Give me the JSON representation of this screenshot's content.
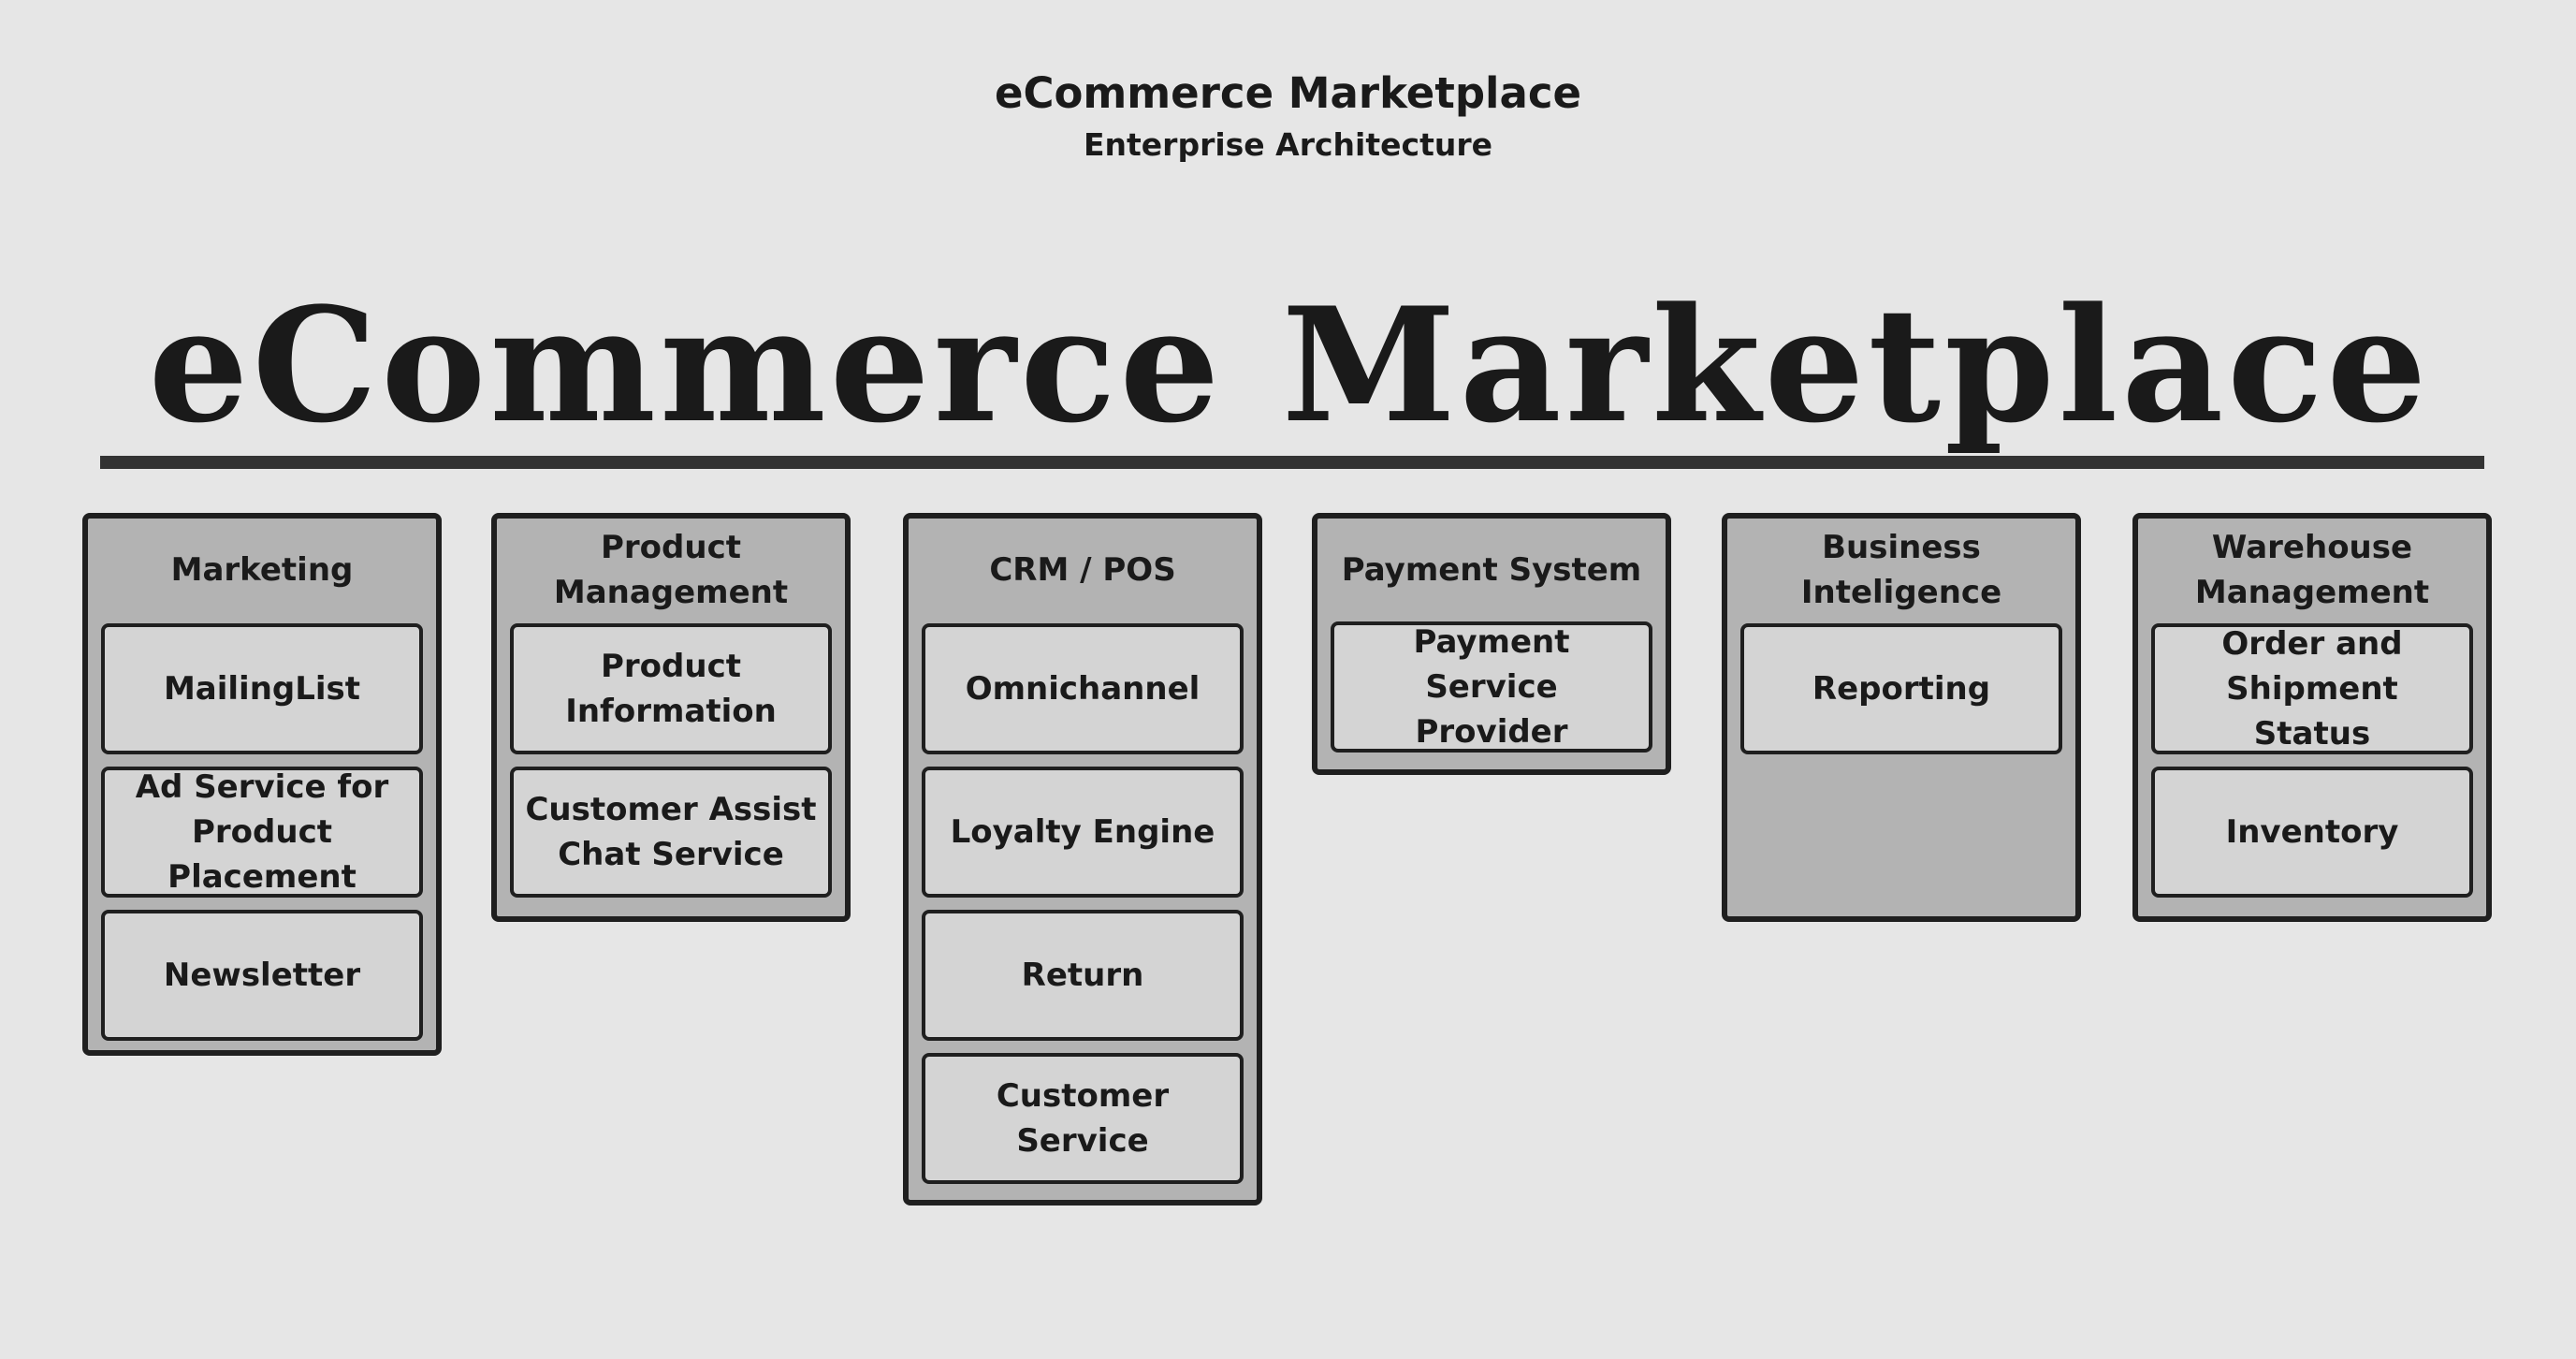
{
  "header": {
    "title": "eCommerce Marketplace",
    "subtitle": "Enterprise Architecture"
  },
  "banner": {
    "text": "eCommerce Marketplace"
  },
  "groups": [
    {
      "title": "Marketing",
      "items": [
        "MailingList",
        "Ad Service for Product Placement",
        "Newsletter"
      ]
    },
    {
      "title": "Product Management",
      "items": [
        "Product Information",
        "Customer Assist Chat Service"
      ]
    },
    {
      "title": "CRM / POS",
      "items": [
        "Omnichannel",
        "Loyalty Engine",
        "Return",
        "Customer Service"
      ]
    },
    {
      "title": "Payment System",
      "items": [
        "Payment Service Provider"
      ]
    },
    {
      "title": "Business Inteligence",
      "items": [
        "Reporting"
      ]
    },
    {
      "title": "Warehouse Management",
      "items": [
        "Order and Shipment Status",
        "Inventory"
      ]
    }
  ],
  "colors": {
    "background": "#e6e6e6",
    "group_fill": "#b3b3b3",
    "item_fill": "#d4d4d4",
    "border": "#1f1f1f",
    "text": "#1a1a1a",
    "rule": "#333333"
  }
}
